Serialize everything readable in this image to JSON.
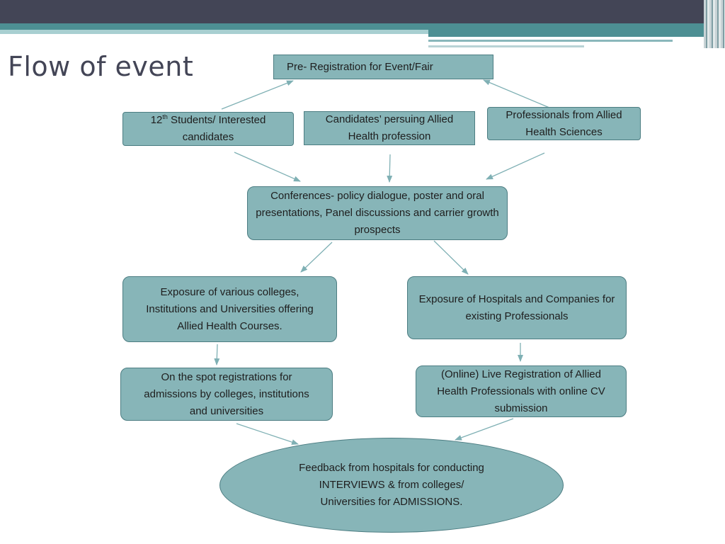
{
  "slide": {
    "title": "Flow of event"
  },
  "nodes": {
    "pre_registration": "Pre- Registration for Event/Fair",
    "students_sup": "th",
    "students_prefix": "12",
    "students_rest": " Students/ Interested candidates",
    "candidates": "Candidates’ persuing Allied Health profession",
    "professionals": "Professionals from Allied Health Sciences",
    "conferences": "Conferences- policy dialogue, poster and oral presentations, Panel discussions and carrier growth prospects",
    "exposure_colleges": "Exposure of various colleges, Institutions and Universities offering Allied Health Courses.",
    "exposure_hospitals": "Exposure of Hospitals and Companies for existing Professionals",
    "spot_registrations": "On the spot registrations for admissions by colleges, institutions and universities",
    "online_registration": "(Online) Live Registration of Allied Health Professionals with online CV submission",
    "feedback": "Feedback from hospitals for conducting INTERVIEWS & from colleges/ Universities for ADMISSIONS."
  },
  "colors": {
    "node_fill": "#87b5b8",
    "node_border": "#4c7d82",
    "arrow": "#7fb0b4",
    "header_dark": "#434556",
    "header_teal": "#4d8f93"
  }
}
